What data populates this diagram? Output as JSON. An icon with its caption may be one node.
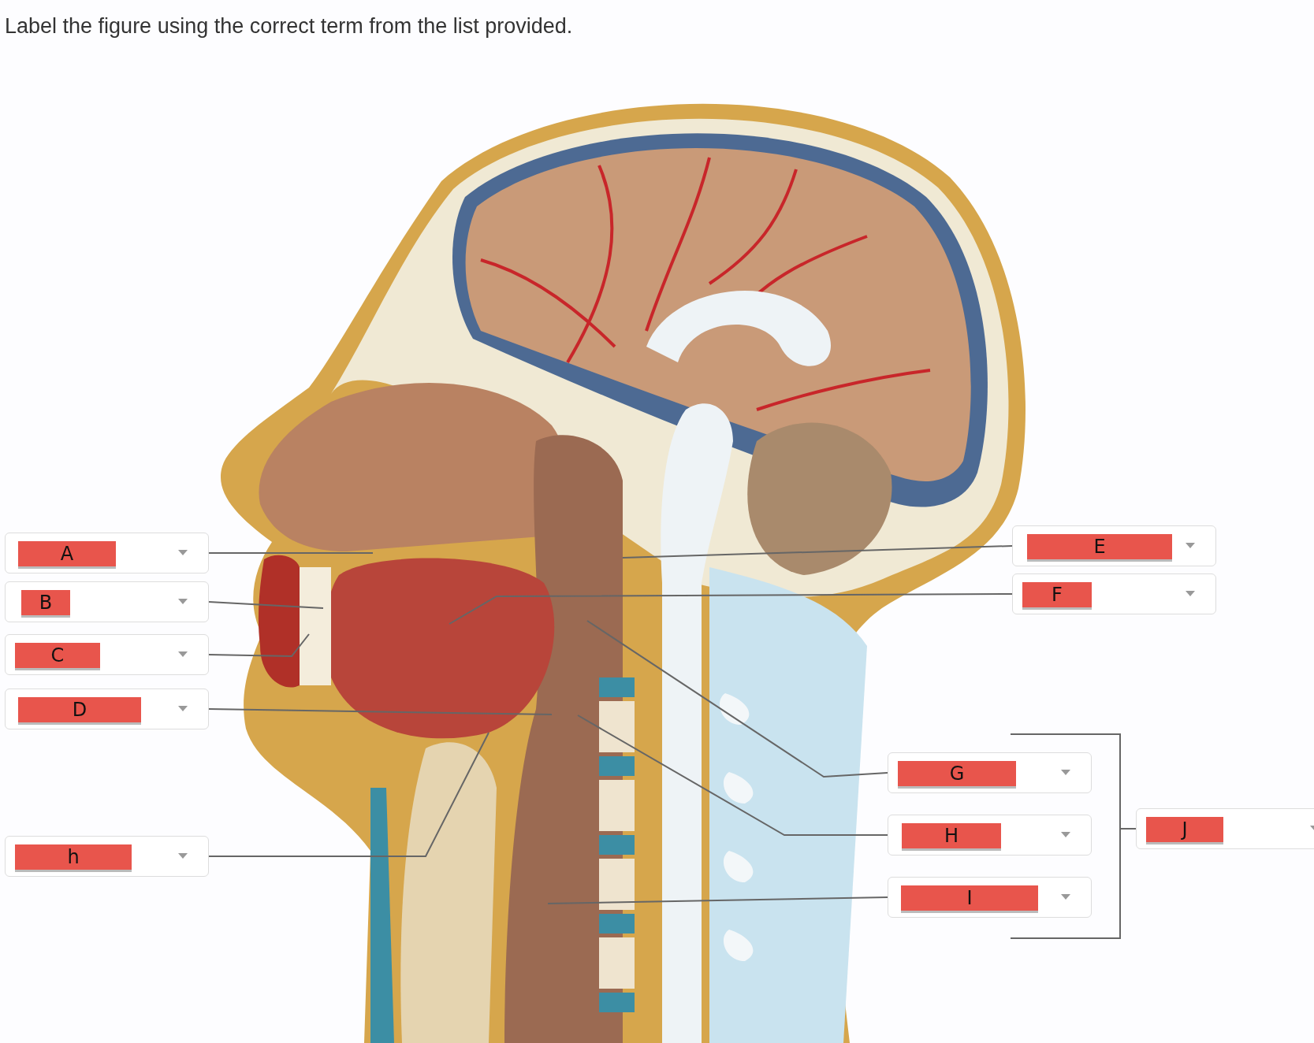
{
  "diagram": {
    "title": "Label the figure using the correct term from the list provided.",
    "nodes": [
      {
        "text": [
          "A"
        ]
      },
      {
        "text": [
          "B"
        ]
      },
      {
        "text": [
          "C"
        ]
      },
      {
        "text": [
          "D"
        ]
      },
      {
        "text": [
          "h"
        ]
      },
      {
        "text": [
          "E"
        ]
      },
      {
        "text": [
          "F"
        ]
      },
      {
        "text": [
          "G"
        ]
      },
      {
        "text": [
          "H"
        ]
      },
      {
        "text": [
          "I"
        ]
      },
      {
        "text": [
          "J"
        ]
      }
    ],
    "edges": [
      {
        "from": 0,
        "to": null,
        "arrow": "none"
      },
      {
        "from": 1,
        "to": null,
        "arrow": "none"
      },
      {
        "from": 2,
        "to": null,
        "arrow": "none"
      },
      {
        "from": 3,
        "to": null,
        "arrow": "none"
      },
      {
        "from": 4,
        "to": null,
        "arrow": "none"
      },
      {
        "from": 5,
        "to": null,
        "arrow": "none"
      },
      {
        "from": 6,
        "to": null,
        "arrow": "none"
      },
      {
        "from": 7,
        "to": null,
        "arrow": "none"
      },
      {
        "from": 8,
        "to": null,
        "arrow": "none"
      },
      {
        "from": 9,
        "to": null,
        "arrow": "none"
      }
    ]
  }
}
